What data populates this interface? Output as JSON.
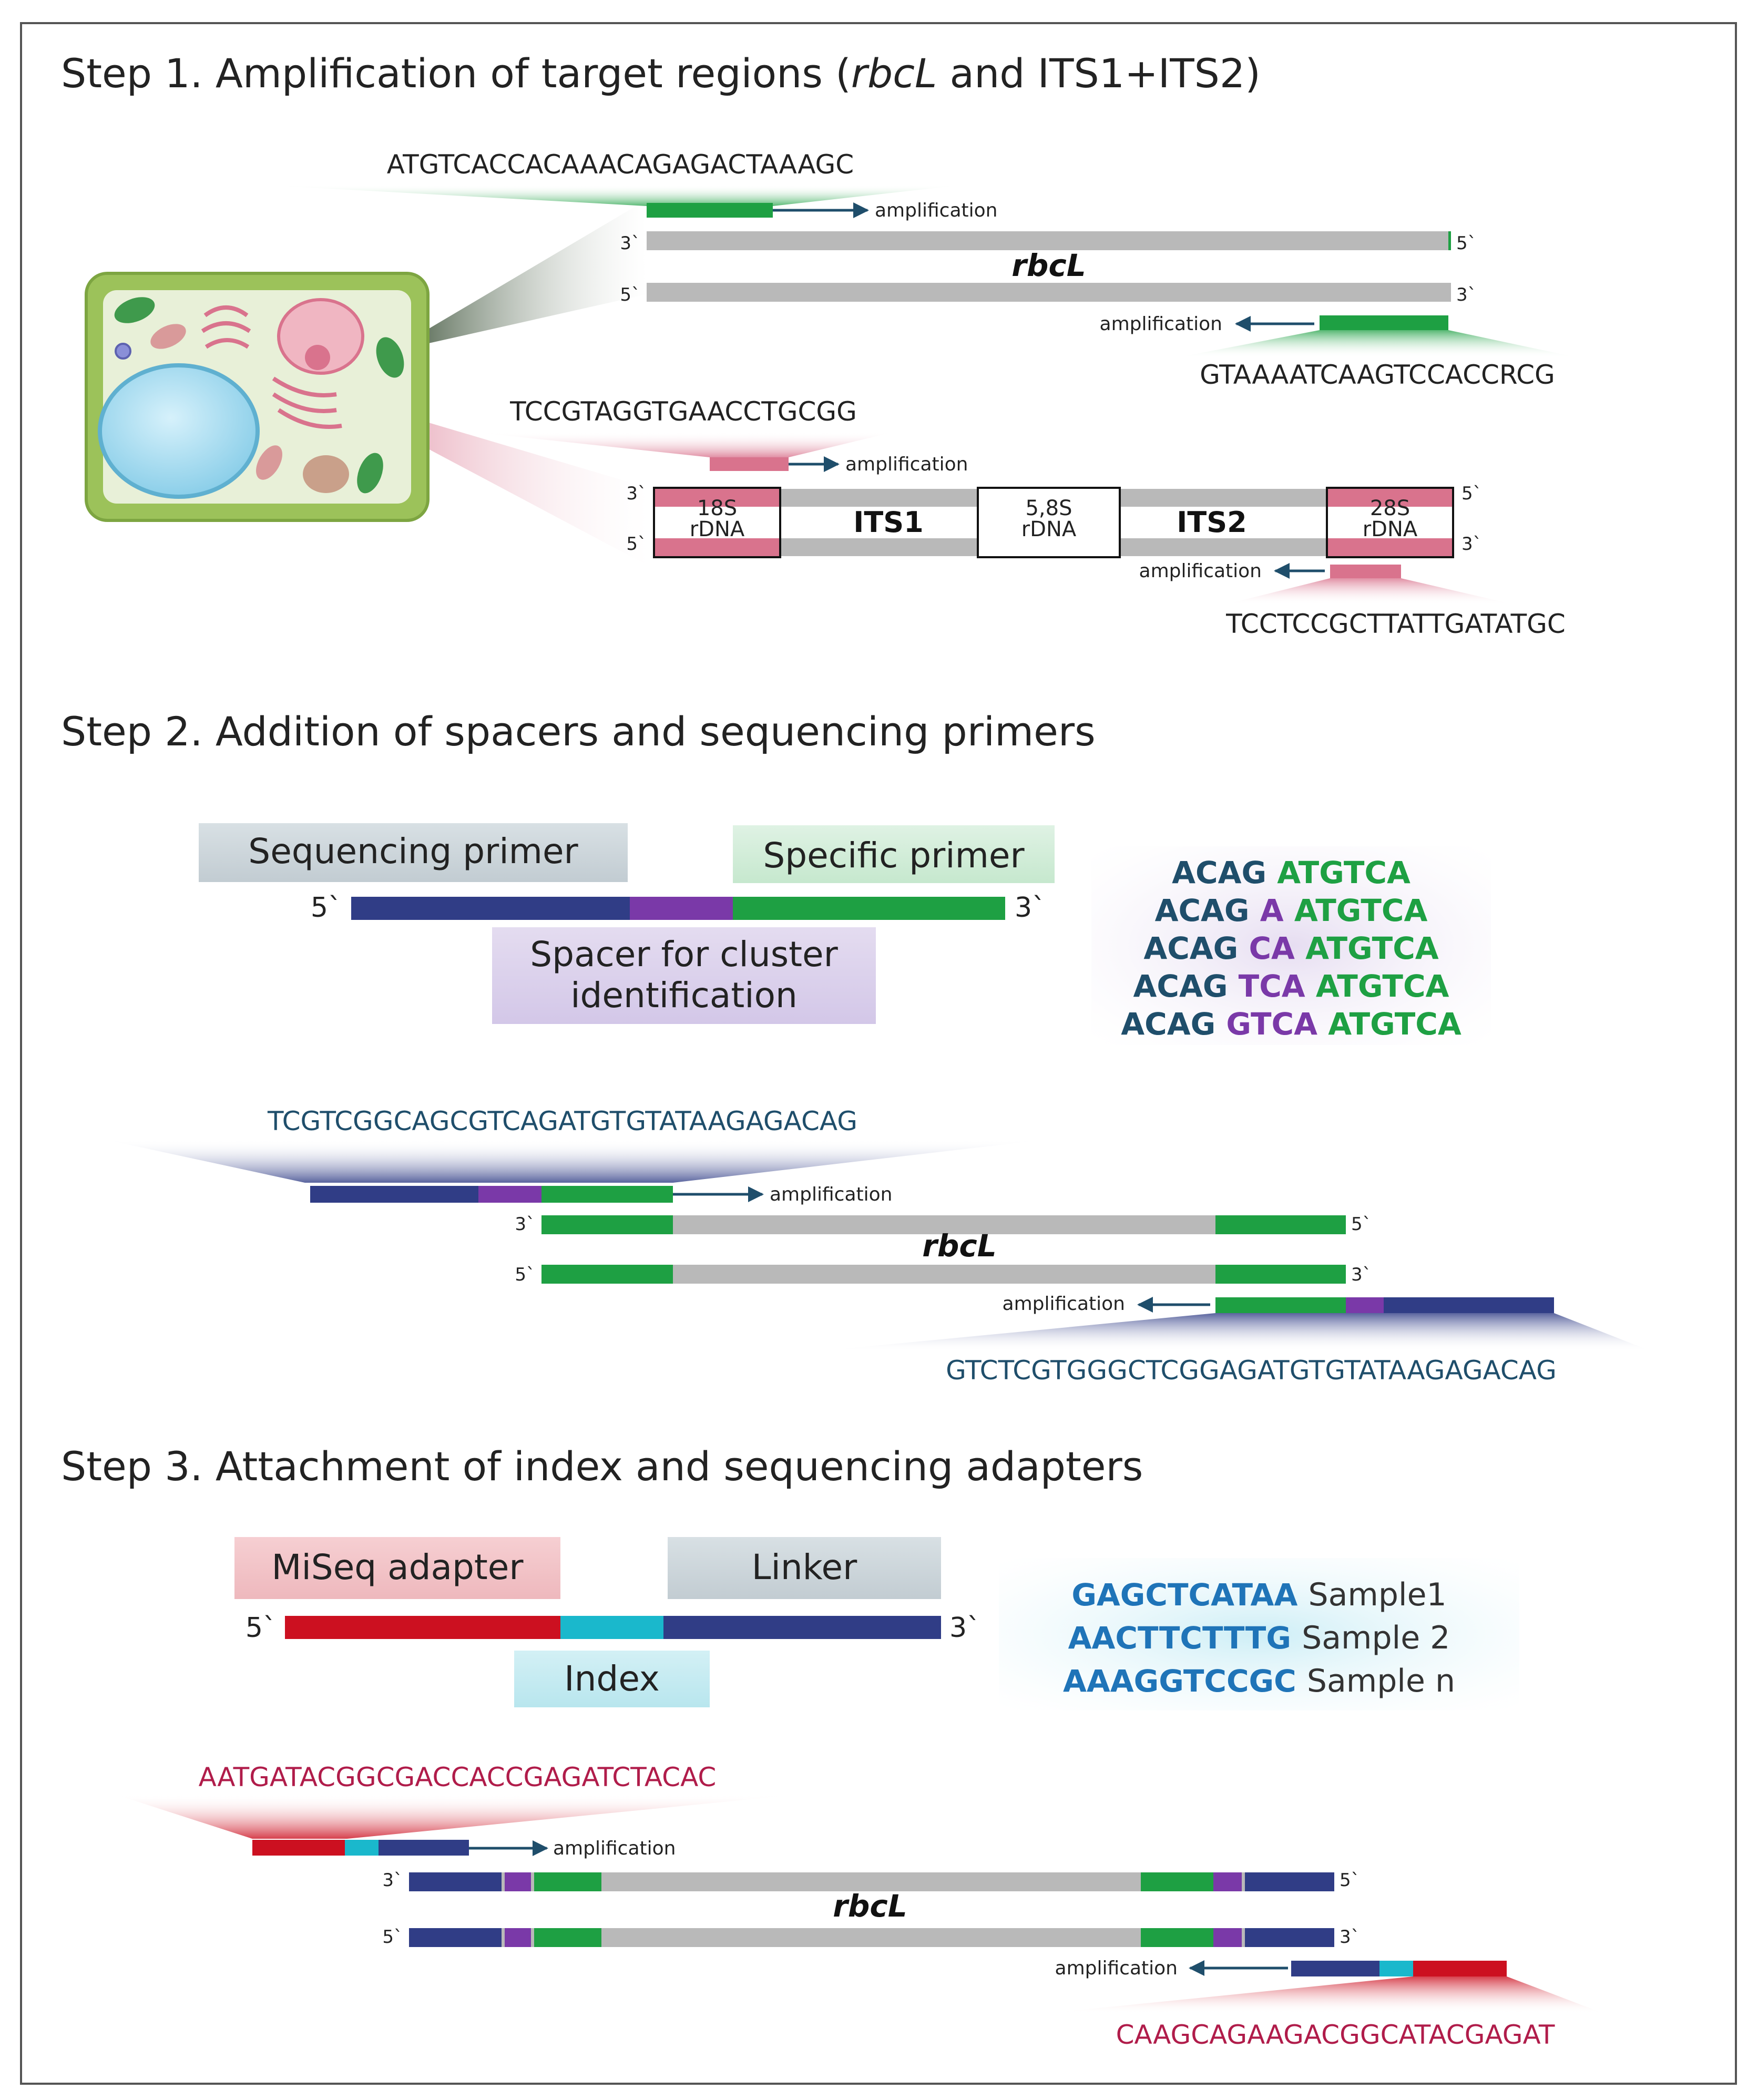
{
  "steps": {
    "step1": {
      "prefix": "Step 1. Amplification of target regions (",
      "gene_italic": "rbcL",
      "suffix": " and ITS1+ITS2)"
    },
    "step2": {
      "title": "Step 2. Addition of spacers and sequencing primers"
    },
    "step3": {
      "title": "Step 3. Attachment of index and sequencing adapters"
    }
  },
  "common": {
    "amplification": "amplification",
    "gene": "rbcL",
    "prime3": "3`",
    "prime5": "5`"
  },
  "step1": {
    "rbcl_forward_primer": "ATGTCACCACAAACAGAGACTAAAGC",
    "rbcl_reverse_primer": "GTAAAATCAAGTCCACCRCG",
    "its_forward_primer": "TCCGTAGGTGAACCTGCGG",
    "its_reverse_primer": "TCCTCCGCTTATTGATATGC",
    "its": {
      "rdna18s_top": "18S",
      "rdna18s_bottom": "rDNA",
      "its1": "ITS1",
      "rdna58s_top": "5,8S",
      "rdna58s_bottom": "rDNA",
      "its2": "ITS2",
      "rdna28s_top": "28S",
      "rdna28s_bottom": "rDNA"
    }
  },
  "step2": {
    "sequencing_primer_label": "Sequencing primer",
    "specific_primer_label": "Specific primer",
    "spacer_label_line1": "Spacer for cluster",
    "spacer_label_line2": "identification",
    "spacer_examples": [
      {
        "base": "ACAG",
        "spacer": "",
        "specific": "ATGTCA"
      },
      {
        "base": "ACAG",
        "spacer": "A",
        "specific": "ATGTCA"
      },
      {
        "base": "ACAG",
        "spacer": "CA",
        "specific": "ATGTCA"
      },
      {
        "base": "ACAG",
        "spacer": "TCA",
        "specific": "ATGTCA"
      },
      {
        "base": "ACAG",
        "spacer": "GTCA",
        "specific": "ATGTCA"
      }
    ],
    "forward_sequence": "TCGTCGGCAGCGTCAGATGTGTATAAGAGACAG",
    "reverse_sequence": "GTCTCGTGGGCTCGGAGATGTGTATAAGAGACAG"
  },
  "step3": {
    "miseq_label": "MiSeq adapter",
    "linker_label": "Linker",
    "index_label": "Index",
    "index_examples": [
      {
        "seq": "GAGCTCATAA",
        "sample": "Sample1"
      },
      {
        "seq": "AACTTCTTTG",
        "sample": "Sample 2"
      },
      {
        "seq": "AAAGGTCCGC",
        "sample": "Sample n"
      }
    ],
    "forward_sequence": "AATGATACGGCGACCACCGAGATCTACAC",
    "reverse_sequence": "CAAGCAGAAGACGGCATACGAGAT"
  },
  "colors": {
    "green": "#1ea043",
    "navy": "#303d86",
    "purple": "#7a39a8",
    "pink": "#d9738d",
    "red": "#cc1020",
    "cyan": "#1ab8cc",
    "gray": "#b9b9b9",
    "seq_blue": "#1f4e6b",
    "seq_red": "#b01c4a"
  }
}
